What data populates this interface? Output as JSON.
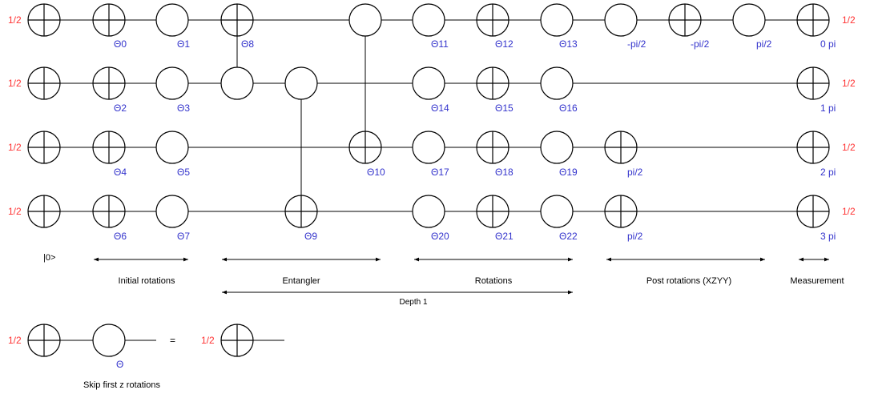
{
  "initial_state_label": "|0>",
  "probability_label": "1/2",
  "theta_labels": [
    "Θ0",
    "Θ1",
    "Θ8",
    "Θ11",
    "Θ12",
    "Θ13",
    "Θ2",
    "Θ3",
    "Θ14",
    "Θ15",
    "Θ16",
    "Θ4",
    "Θ5",
    "Θ10",
    "Θ17",
    "Θ18",
    "Θ19",
    "Θ6",
    "Θ7",
    "Θ9",
    "Θ20",
    "Θ21",
    "Θ22"
  ],
  "post_rotation_labels": {
    "q0": [
      "-pi/2",
      "-pi/2",
      "pi/2"
    ],
    "q2": "pi/2",
    "q3": "pi/2"
  },
  "measurement_labels": [
    "0 pi",
    "1 pi",
    "2 pi",
    "3 pi"
  ],
  "sections": {
    "initial": "Initial rotations",
    "entangler": "Entangler",
    "rotations": "Rotations",
    "post": "Post rotations (XZYY)",
    "measurement": "Measurement",
    "depth": "Depth 1"
  },
  "legend": {
    "theta": "Θ",
    "equals": "=",
    "caption": "Skip first z rotations"
  },
  "colors": {
    "probability": "#ff3333",
    "theta": "#3333cc"
  }
}
